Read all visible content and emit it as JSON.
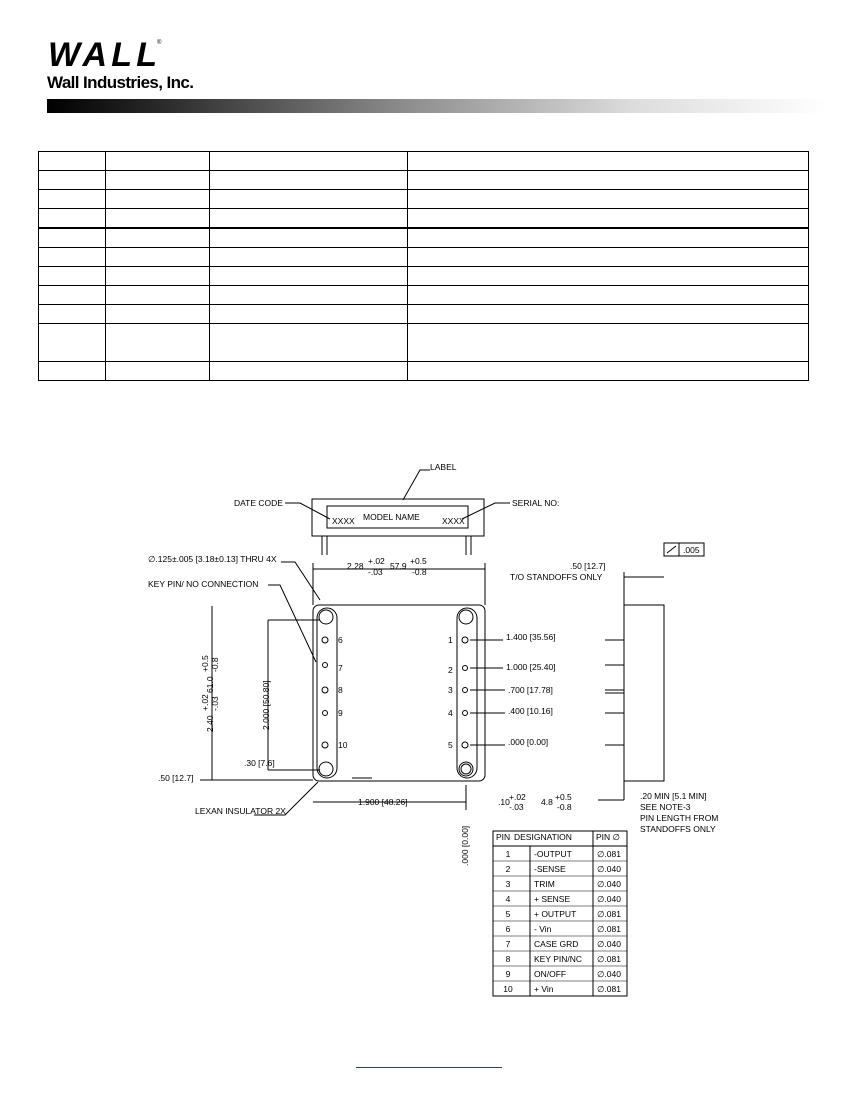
{
  "header": {
    "logo_text": "WALL",
    "company_name": "Wall Industries, Inc."
  },
  "drawing": {
    "label": "LABEL",
    "date_code": "DATE CODE",
    "serial_no": "SERIAL NO:",
    "model_name": "MODEL NAME",
    "xxxx_left": "XXXX",
    "xxxx_right": "XXXX",
    "hole_note": "∅.125±.005 [3.18±0.13] THRU 4X",
    "key_pin_note": "KEY PIN/ NO CONNECTION",
    "lexan_note": "LEXAN INSULATOR 2X",
    "width_dim": "2.28",
    "width_tol_plus": "+.02",
    "width_tol_minus": "-.03",
    "width_metric": "57.9",
    "width_metric_plus": "+0.5",
    "width_metric_minus": "-0.8",
    "standoff_dim": ".50 [12.7]",
    "standoff_note": "T/O STANDOFFS ONLY",
    "flatness_value": ".005",
    "height_dim": "2.40",
    "height_tol_plus": "+.02",
    "height_tol_minus": "-.03",
    "height_metric": "61.0",
    "height_metric_plus": "+0.5",
    "height_metric_minus": "-0.8",
    "pin_span": "2.000 [50.80]",
    "pin_offset": ".30 [7.6]",
    "left_edge": ".50 [12.7]",
    "bottom_dim": "1.900 [48.26]",
    "dim_1": "1.400 [35.56]",
    "dim_2": "1.000 [25.40]",
    "dim_3": ".700 [17.78]",
    "dim_4": ".400 [10.16]",
    "dim_5": ".000 [0.00]",
    "edge_dim": ".10",
    "edge_tol_plus": "+.02",
    "edge_tol_minus": "-.03",
    "edge_metric": "4.8",
    "edge_metric_plus": "+0.5",
    "edge_metric_minus": "-0.8",
    "origin_label": ".000 [0.00]",
    "pin_length_1": ".20 MIN [5.1 MIN]",
    "pin_length_2": "SEE NOTE-3",
    "pin_length_3": "PIN LENGTH FROM",
    "pin_length_4": "STANDOFFS ONLY",
    "left_pin_numbers": [
      "6",
      "7",
      "8",
      "9",
      "10"
    ],
    "right_pin_numbers": [
      "1",
      "2",
      "3",
      "4",
      "5"
    ]
  },
  "pin_table": {
    "headers": [
      "PIN",
      "DESIGNATION",
      "PIN ∅"
    ],
    "rows": [
      [
        "1",
        "-OUTPUT",
        "∅.081"
      ],
      [
        "2",
        "-SENSE",
        "∅.040"
      ],
      [
        "3",
        "TRIM",
        "∅.040"
      ],
      [
        "4",
        "+ SENSE",
        "∅.040"
      ],
      [
        "5",
        "+ OUTPUT",
        "∅.081"
      ],
      [
        "6",
        "- Vin",
        "∅.081"
      ],
      [
        "7",
        "CASE GRD",
        "∅.040"
      ],
      [
        "8",
        "KEY PIN/NC",
        "∅.081"
      ],
      [
        "9",
        "ON/OFF",
        "∅.040"
      ],
      [
        "10",
        "+ Vin",
        "∅.081"
      ]
    ]
  },
  "colors": {
    "link_underline": "#2a2ad8"
  }
}
